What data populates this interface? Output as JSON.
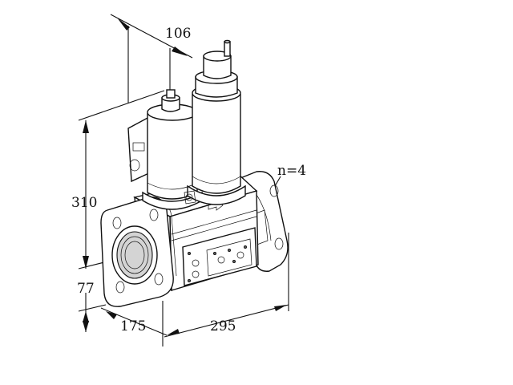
{
  "dimensions": {
    "top_width": "106",
    "height": "310",
    "lower_height": "77",
    "depth": "175",
    "length": "295",
    "flange_holes": "n=4"
  }
}
